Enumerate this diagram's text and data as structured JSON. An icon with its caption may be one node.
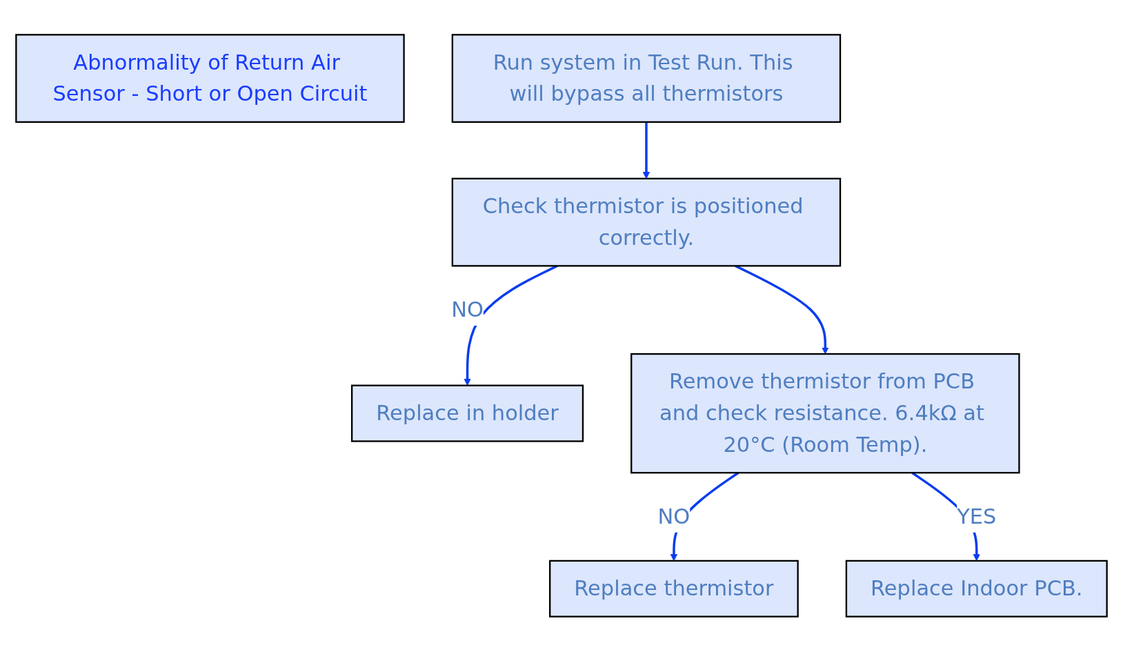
{
  "diagram": {
    "nodes": [
      {
        "text": [
          "Abnormality of Return Air Sensor - Short or Open Circuit"
        ]
      },
      {
        "text": [
          "Run system in Test Run. This will bypass all thermistors"
        ]
      },
      {
        "text": [
          "Check thermistor is positioned correctly."
        ]
      },
      {
        "text": [
          "Replace in holder"
        ]
      },
      {
        "text": [
          "Remove thermistor from PCB and check resistance. 6.4kΩ at 20°C (Room Temp)."
        ]
      },
      {
        "text": [
          "Replace thermistor"
        ]
      },
      {
        "text": [
          "Replace Indoor PCB."
        ]
      }
    ],
    "edges": [
      {
        "from": 1,
        "to": 2,
        "arrow": "to"
      },
      {
        "from": 2,
        "to": 3,
        "arrow": "to",
        "label": "NO"
      },
      {
        "from": 2,
        "to": 4,
        "arrow": "to"
      },
      {
        "from": 4,
        "to": 5,
        "arrow": "to",
        "label": "NO"
      },
      {
        "from": 4,
        "to": 6,
        "arrow": "to",
        "label": "YES"
      }
    ]
  }
}
